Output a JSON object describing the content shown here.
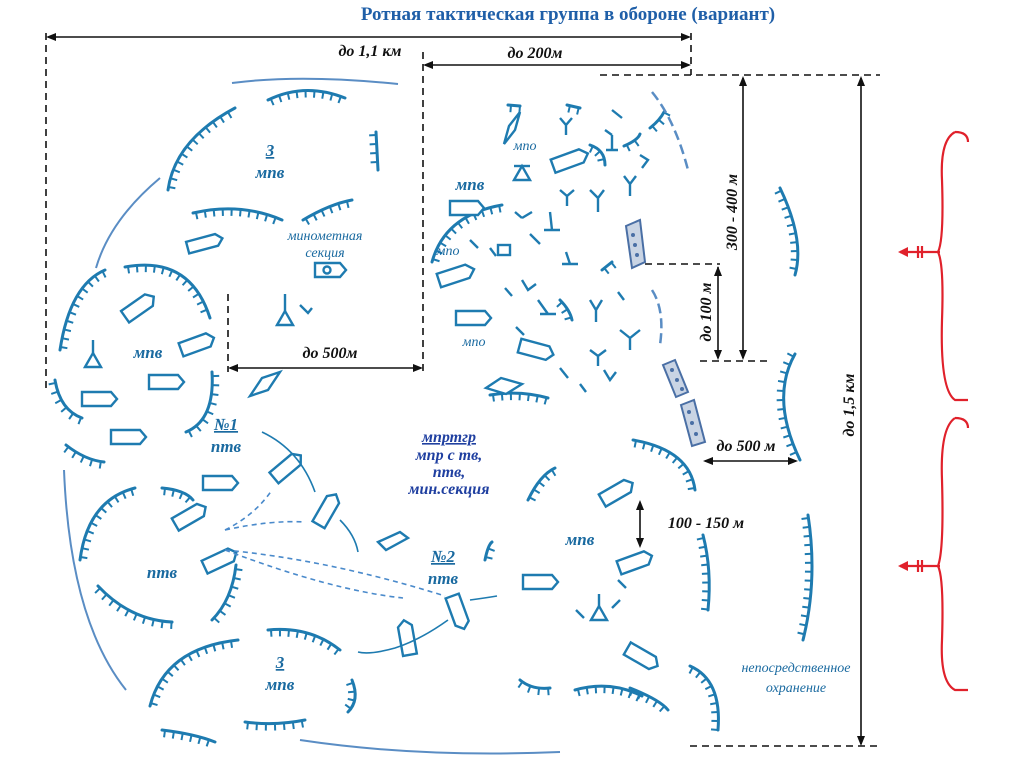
{
  "title": "Ротная тактическая группа  в обороне (вариант)",
  "dimensions": {
    "width_total": "до 1,1 км",
    "width_200": "до 200м",
    "width_500_mid": "до 500м",
    "depth_300_400": "300 - 400 м",
    "depth_100": "до 100 м",
    "depth_1_5": "до 1,5 км",
    "dist_500_right": "до 500 м",
    "dist_100_150": "100 - 150 м"
  },
  "labels": {
    "mpv3_top_num": "3",
    "mpv3_top_name": "мпв",
    "mortar_1": "минометная",
    "mortar_2": "секция",
    "mpo_top": "мпо",
    "mpv_top_mid": "мпв",
    "mpo_mid": "мпо",
    "mpo_low": "мпо",
    "mpv_left": "мпв",
    "ptv1_num": "№1",
    "ptv1_name": "птв",
    "ptv_left": "птв",
    "mprtgr_title": "мпртгр",
    "mprtgr_1": "мпр с тв,",
    "mprtgr_2": "птв,",
    "mprtgr_3": "мин.секция",
    "ptv2_num": "№2",
    "ptv2_name": "птв",
    "mpv_right": "мпв",
    "mpv3_bottom_num": "3",
    "mpv3_bottom_name": "мпв",
    "guard_1": "непосредственное",
    "guard_2": "охранение"
  },
  "colors": {
    "symbols": "#1e7bb0",
    "title": "#1f5fa8",
    "enemy_arrows": "#e0212b",
    "dimensions": "#111111"
  }
}
